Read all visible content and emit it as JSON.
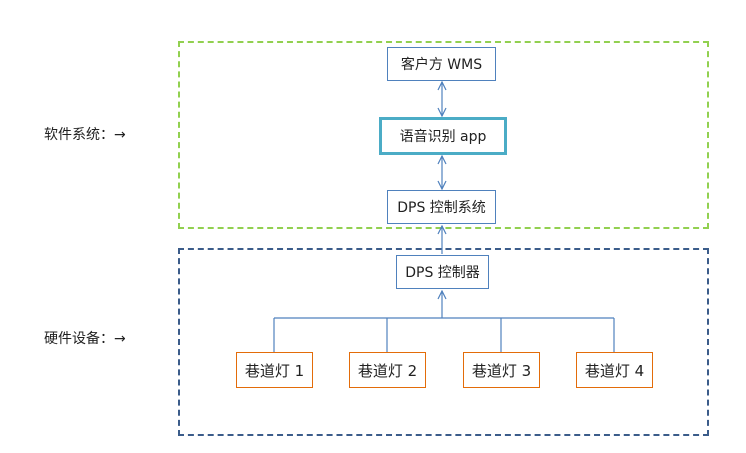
{
  "diagram": {
    "software_label": "软件系统：→",
    "hardware_label": "硬件设备：→",
    "nodes": {
      "wms": "客户方 WMS",
      "voice_app": "语音识别 app",
      "dps_system": "DPS 控制系统",
      "dps_controller": "DPS 控制器",
      "lights": [
        "巷道灯 1",
        "巷道灯 2",
        "巷道灯 3",
        "巷道灯 4"
      ]
    },
    "colors": {
      "software_border": "#92d050",
      "hardware_border": "#3b5c8a",
      "system_box_border": "#4f81bd",
      "app_box_border": "#4bacc6",
      "light_box_border": "#e36c09",
      "connector": "#4f81bd"
    }
  }
}
